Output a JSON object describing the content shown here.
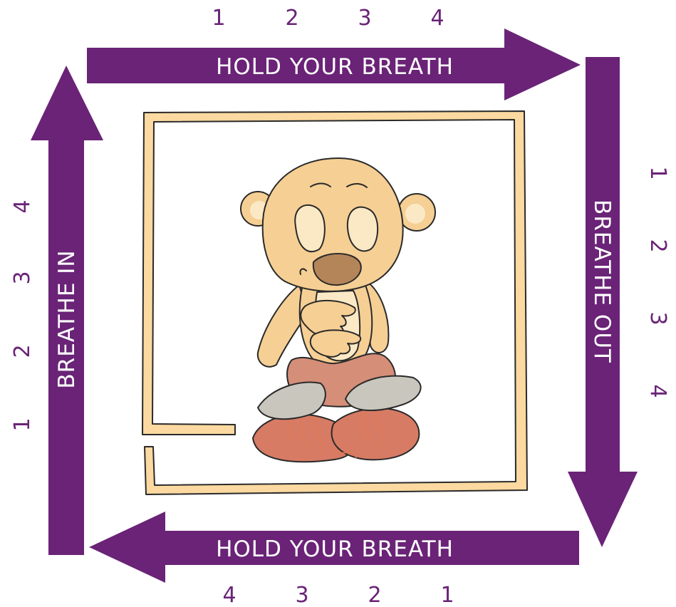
{
  "diagram": {
    "accent_color": "#6a2377",
    "frame_color": "#fbd9a0",
    "top_arrow": {
      "label": "HOLD YOUR BREATH",
      "counts": [
        "1",
        "2",
        "3",
        "4"
      ]
    },
    "right_arrow": {
      "label": "BREATHE OUT",
      "counts": [
        "1",
        "2",
        "3",
        "4"
      ]
    },
    "bottom_arrow": {
      "label": "HOLD YOUR BREATH",
      "counts": [
        "4",
        "3",
        "2",
        "1"
      ]
    },
    "left_arrow": {
      "label": "BREATHE IN",
      "counts": [
        "4",
        "3",
        "2",
        "1"
      ]
    },
    "illustration": "meditating-bear-with-closed-eyes"
  }
}
